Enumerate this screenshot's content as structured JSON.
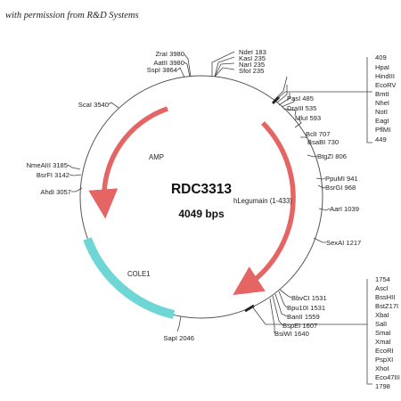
{
  "permission_note": "with permission from R&D Systems",
  "plasmid": {
    "name": "RDC3313",
    "size": "4049 bps"
  },
  "features": {
    "amp": "AMP",
    "hlegumain": "hLegumain (1-433)",
    "cole1": "COLE1"
  },
  "sites": {
    "ndei": "NdeI 183",
    "kasi": "KasI 235",
    "nari": "NarI 235",
    "sfoi": "SfoI 235",
    "zrai": "ZraI 3980",
    "aatii": "AatII 3980",
    "sspi": "SspI 3864",
    "scai": "ScaI 3540",
    "pasi": "PasI 485",
    "draiii": "DraIII 535",
    "mlui": "MluI 593",
    "bcli": "BclI 707",
    "bsabi": "BsaBI 730",
    "btgzi": "BtgZI 806",
    "ppumi": "PpuMI 941",
    "bsrgi": "BsrGI 968",
    "aari": "AarI 1039",
    "sexai": "SexAI 1217",
    "nmeaiii": "NmeAIII 3185",
    "bsrfi": "BsrFI 3142",
    "ahdi": "AhdI 3057",
    "sapi": "SapI 2046",
    "bbvci": "BbvCI 1531",
    "bpu10i": "Bpu10I 1531",
    "banii": "BanII 1559",
    "bspei": "BspEI 1607",
    "bsiwi": "BsiWI 1640"
  },
  "mcs1": [
    "409",
    "HpaI",
    "HindIII",
    "EcoRV",
    "BmtI",
    "NheI",
    "NotI",
    "EagI",
    "PflMI",
    "449"
  ],
  "mcs2": [
    "1754",
    "AscI",
    "BssHII",
    "BstZ17I",
    "XbaI",
    "SalI",
    "SmaI",
    "XmaI",
    "EcoRI",
    "PspXI",
    "XhoI",
    "Eco47III",
    "1798"
  ],
  "colors": {
    "arrow": "#e56565",
    "arrow_stroke": "#c84a4a",
    "cole1": "#6fd6d6",
    "cole1_stroke": "#3fb5b5",
    "backbone": "#555555"
  }
}
